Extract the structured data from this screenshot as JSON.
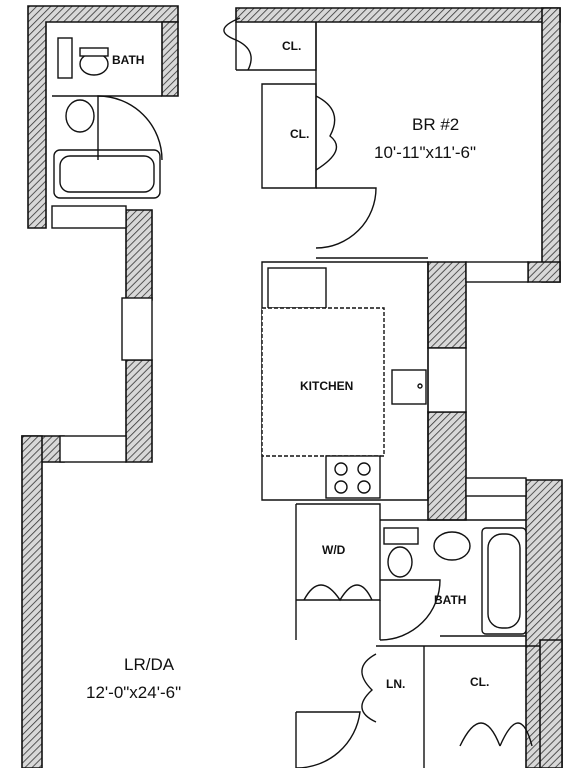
{
  "rooms": {
    "bath_top": "BATH",
    "closet_top": "CL.",
    "closet_mid": "CL.",
    "br2_name": "BR #2",
    "br2_size": "10'-11\"x11'-6\"",
    "kitchen": "KITCHEN",
    "wd": "W/D",
    "bath_bottom": "BATH",
    "linen": "LN.",
    "closet_bottom": "CL.",
    "lrda_name": "LR/DA",
    "lrda_size": "12'-0\"x24'-6\""
  }
}
